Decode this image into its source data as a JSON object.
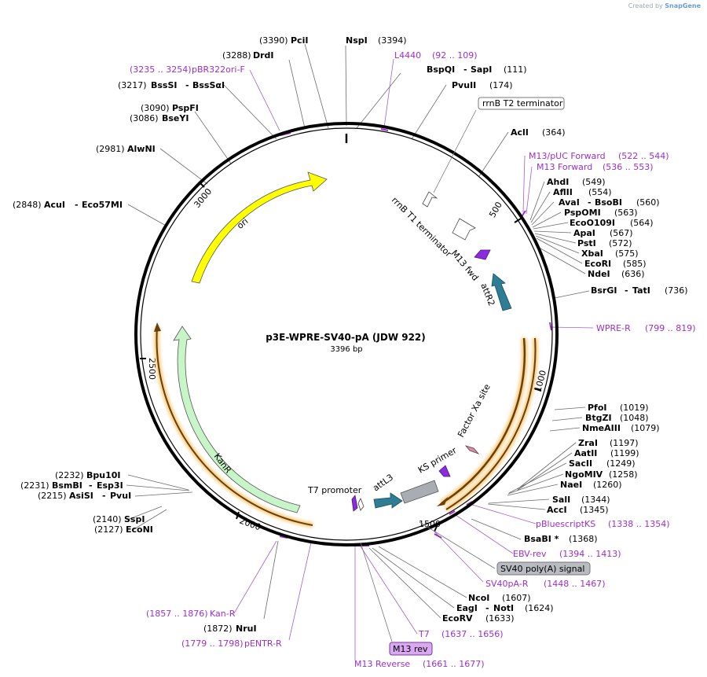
{
  "brand": {
    "prefix": "Created by",
    "name": "SnapGene"
  },
  "plasmid": {
    "name": "p3E-WPRE-SV40-pA (JDW 922)",
    "length": "3396 bp",
    "length_bp": 3396
  },
  "colors": {
    "backbone": "#000000",
    "primer": "#9b30c8",
    "ori": "#ffff00",
    "kanr": "#c8f5c8",
    "attl": "#2e7d95",
    "ks": "#a9adb3",
    "orange_glow": "#f5c46b",
    "terminator": "#ffffff",
    "factor_xa": "#d48fa0"
  },
  "ticks": [
    {
      "label": "500",
      "pos": 500
    },
    {
      "label": "1000",
      "pos": 1000
    },
    {
      "label": "1500",
      "pos": 1500
    },
    {
      "label": "2000",
      "pos": 2000
    },
    {
      "label": "2500",
      "pos": 2500
    },
    {
      "label": "3000",
      "pos": 3000
    }
  ],
  "enzymes": [
    {
      "name": "PciI",
      "pos": "(3390)"
    },
    {
      "name": "NspI",
      "pos": "(3394)"
    },
    {
      "name": "DrdI",
      "pos": "(3288)"
    },
    {
      "name": "BspQI",
      "name2": "SapI",
      "pos": "(111)"
    },
    {
      "name": "PvuII",
      "pos": "(174)"
    },
    {
      "name": "BssSI",
      "name2": "BssSαI",
      "pos": "(3217)"
    },
    {
      "name": "PspFI",
      "pos": "(3090)"
    },
    {
      "name": "BseYI",
      "pos": "(3086)"
    },
    {
      "name": "AclI",
      "pos": "(364)"
    },
    {
      "name": "AlwNI",
      "pos": "(2981)"
    },
    {
      "name": "AcuI",
      "name2": "Eco57MI",
      "pos": "(2848)"
    },
    {
      "name": "AhdI",
      "pos": "(549)"
    },
    {
      "name": "AflII",
      "pos": "(554)"
    },
    {
      "name": "AvaI",
      "name2": "BsoBI",
      "pos": "(560)"
    },
    {
      "name": "PspOMI",
      "pos": "(563)"
    },
    {
      "name": "EcoO109I",
      "pos": "(564)"
    },
    {
      "name": "ApaI",
      "pos": "(567)"
    },
    {
      "name": "PstI",
      "pos": "(572)"
    },
    {
      "name": "XbaI",
      "pos": "(575)"
    },
    {
      "name": "EcoRI",
      "pos": "(585)"
    },
    {
      "name": "NdeI",
      "pos": "(636)"
    },
    {
      "name": "BsrGI",
      "name2": "TatI",
      "pos": "(736)"
    },
    {
      "name": "PfoI",
      "pos": "(1019)"
    },
    {
      "name": "BtgZI",
      "pos": "(1048)"
    },
    {
      "name": "NmeAIII",
      "pos": "(1079)"
    },
    {
      "name": "ZraI",
      "pos": "(1197)"
    },
    {
      "name": "AatII",
      "pos": "(1199)"
    },
    {
      "name": "SacII",
      "pos": "(1249)"
    },
    {
      "name": "NgoMIV",
      "pos": "(1258)"
    },
    {
      "name": "NaeI",
      "pos": "(1260)"
    },
    {
      "name": "SalI",
      "pos": "(1344)"
    },
    {
      "name": "AccI",
      "pos": "(1345)"
    },
    {
      "name": "BsaBI *",
      "pos": "(1368)"
    },
    {
      "name": "NcoI",
      "pos": "(1607)"
    },
    {
      "name": "EagI",
      "name2": "NotI",
      "pos": "(1624)"
    },
    {
      "name": "EcoRV",
      "pos": "(1633)"
    },
    {
      "name": "Bpu10I",
      "pos": "(2232)"
    },
    {
      "name": "BsmBI",
      "name2": "Esp3I",
      "pos": "(2231)"
    },
    {
      "name": "AsiSI",
      "name2": "PvuI",
      "pos": "(2215)"
    },
    {
      "name": "SspI",
      "pos": "(2140)"
    },
    {
      "name": "EcoNI",
      "pos": "(2127)"
    },
    {
      "name": "NruI",
      "pos": "(1872)"
    }
  ],
  "primers": [
    {
      "name": "pBR322ori-F",
      "range": "(3235 .. 3254)"
    },
    {
      "name": "L4440",
      "range": "(92 .. 109)"
    },
    {
      "name": "M13/pUC Forward",
      "range": "(522 .. 544)"
    },
    {
      "name": "M13 Forward",
      "range": "(536 .. 553)"
    },
    {
      "name": "WPRE-R",
      "range": "(799 .. 819)"
    },
    {
      "name": "pBluescriptKS",
      "range": "(1338 .. 1354)"
    },
    {
      "name": "EBV-rev",
      "range": "(1394 .. 1413)"
    },
    {
      "name": "SV40pA-R",
      "range": "(1448 .. 1467)"
    },
    {
      "name": "T7",
      "range": "(1637 .. 1656)"
    },
    {
      "name": "M13 Reverse",
      "range": "(1661 .. 1677)"
    },
    {
      "name": "Kan-R",
      "range": "(1857 .. 1876)"
    },
    {
      "name": "pENTR-R",
      "range": "(1779 .. 1798)"
    }
  ],
  "boxed_labels": {
    "rrnb_t2": "rrnB T2 terminator",
    "sv40": "SV40 poly(A) signal",
    "m13rev": "M13 rev"
  },
  "features": {
    "ori": "ori",
    "kanr": "KanR",
    "rrnb_t1": "rrnB T1 terminator",
    "m13fwd": "M13 fwd",
    "attr2": "attR2",
    "factor_xa": "Factor Xa site",
    "ks_primer": "KS primer",
    "attl3": "attL3",
    "t7_promoter": "T7 promoter"
  }
}
